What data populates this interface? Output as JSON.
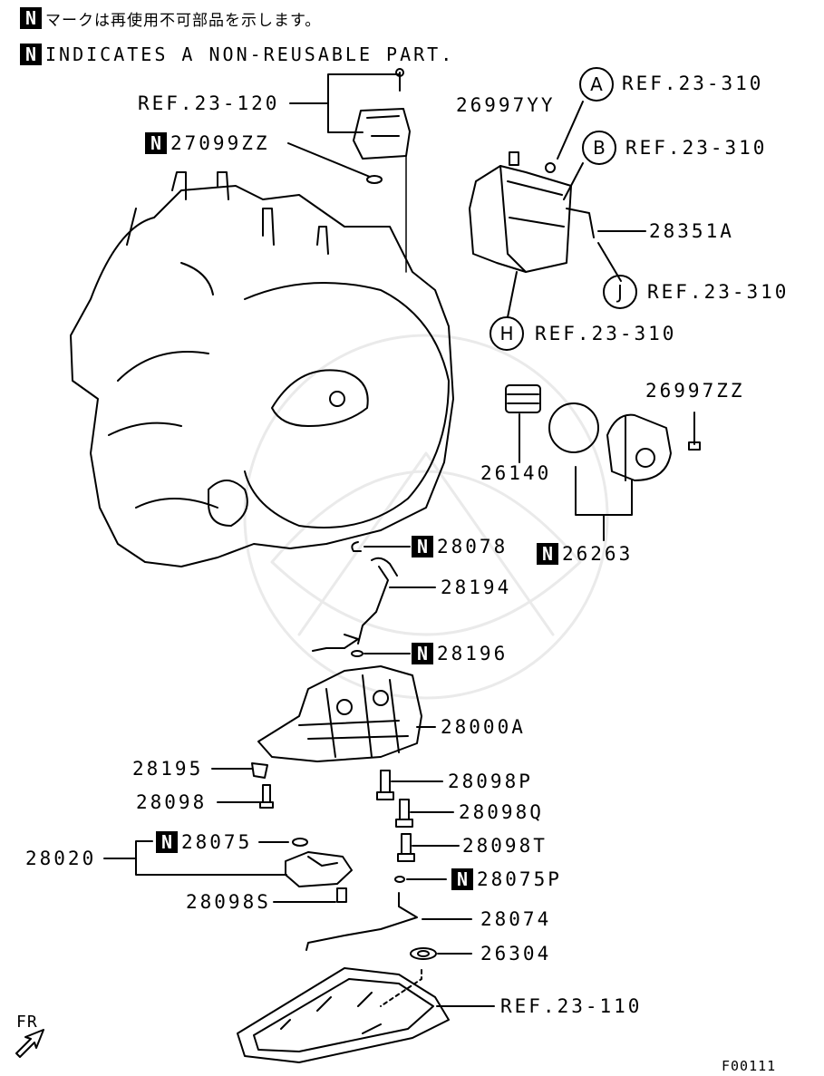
{
  "header": {
    "note_jp": "マークは再使用不可部品を示します。",
    "note_en": "INDICATES A NON-REUSABLE PART.",
    "n_mark": "N"
  },
  "parts": {
    "ref_23_120": "REF.23-120",
    "p27099ZZ": "27099ZZ",
    "p26997YY": "26997YY",
    "ref_a": "REF.23-310",
    "ref_b": "REF.23-310",
    "p28351A": "28351A",
    "ref_j": "REF.23-310",
    "ref_h": "REF.23-310",
    "p26997ZZ": "26997ZZ",
    "p26140": "26140",
    "p26263": "26263",
    "p28078": "28078",
    "p28194": "28194",
    "p28196": "28196",
    "p28000A": "28000A",
    "p28195": "28195",
    "p28098P": "28098P",
    "p28098": "28098",
    "p28098Q": "28098Q",
    "p28075": "28075",
    "p28098T": "28098T",
    "p28020": "28020",
    "p28075P": "28075P",
    "p28098S": "28098S",
    "p28074": "28074",
    "p26304": "26304",
    "ref_23_110": "REF.23-110"
  },
  "circles": {
    "a": "A",
    "b": "B",
    "j": "J",
    "h": "H"
  },
  "fr_label": "FR",
  "figure_code": "F00111"
}
